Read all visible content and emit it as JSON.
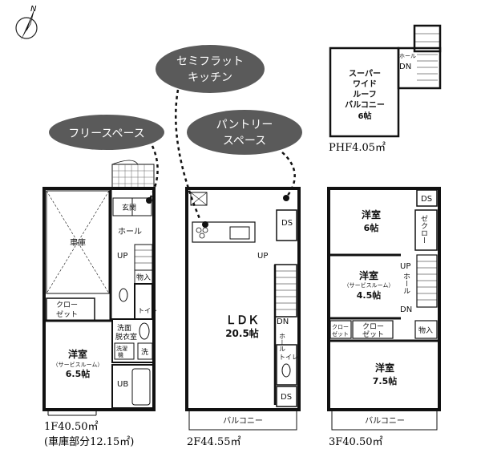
{
  "compass": {
    "label": "N"
  },
  "callouts": {
    "free_space": "フリースペース",
    "semi_flat_kitchen_1": "セミフラット",
    "semi_flat_kitchen_2": "キッチン",
    "pantry_space_1": "パントリー",
    "pantry_space_2": "スペース"
  },
  "floor1": {
    "garage": "車庫",
    "genkan": "玄関",
    "hall": "ホール",
    "up": "UP",
    "storage": "物入",
    "toilet": "トイレ",
    "closet_1": "クロー",
    "closet_2": "ゼット",
    "washroom_1": "洗面",
    "washroom_2": "脱衣室",
    "washer_1": "洗濯",
    "washer_2": "機",
    "sink": "洗",
    "bedroom": "洋室",
    "service_room": "（サービスルーム）",
    "bedroom_size": "6.5帖",
    "bath": "UB",
    "area_1": "1F40.50㎡",
    "area_2": "(車庫部分12.15㎡)"
  },
  "floor2": {
    "ldk": "ＬＤＫ",
    "ldk_size": "20.5帖",
    "ds_top": "DS",
    "ds_bottom": "DS",
    "up": "UP",
    "dn": "DN",
    "hall": "ホール",
    "toilet": "トイレ",
    "balcony": "バルコニー",
    "area": "2F44.55㎡"
  },
  "floor3": {
    "ds": "DS",
    "room1": "洋室",
    "room1_size": "6帖",
    "closet_a": "ゼクロー",
    "room2": "洋室",
    "room2_service": "（サービスルーム）",
    "room2_size": "4.5帖",
    "up": "UP",
    "hall": "ホール",
    "dn": "DN",
    "closet_small_1": "クロー",
    "closet_small_2": "ゼット",
    "closet_b_1": "クロー",
    "closet_b_2": "ゼット",
    "storage": "物入",
    "room3": "洋室",
    "room3_size": "7.5帖",
    "balcony": "バルコニー",
    "area": "3F40.50㎡"
  },
  "penthouse": {
    "hall": "ホール",
    "dn": "DN",
    "balcony_1": "スーパー",
    "balcony_2": "ワイド",
    "balcony_3": "ルーフ",
    "balcony_4": "バルコニー",
    "balcony_size": "6帖",
    "area": "PHF4.05㎡"
  }
}
